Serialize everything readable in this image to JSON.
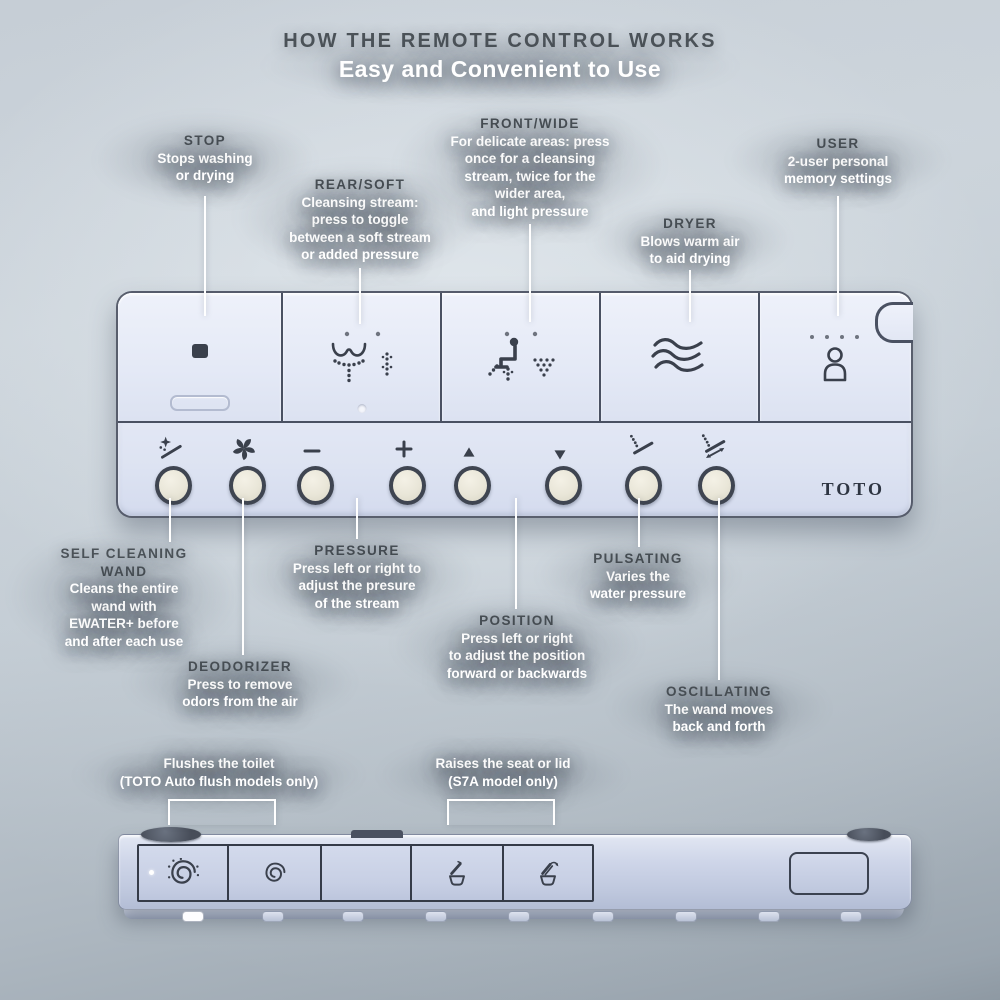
{
  "title": "HOW THE REMOTE CONTROL WORKS",
  "subtitle": "Easy and Convenient to Use",
  "brand": "TOTO",
  "colors": {
    "background_mid": "#c3ccd4",
    "heading_text": "#4b5258",
    "body_text": "#ffffff",
    "remote_body": "#e6ebf7",
    "remote_outline": "#4a5162",
    "small_button_fill": "#e9e6d8",
    "bottom_remote_body": "#c7cfe4",
    "icon_ink": "#3a404c"
  },
  "callouts": [
    {
      "id": "stop",
      "heading": "STOP",
      "body": "Stops washing\nor drying"
    },
    {
      "id": "rear-soft",
      "heading": "REAR/SOFT",
      "body": "Cleansing stream:\npress to toggle\nbetween a soft stream\nor added pressure"
    },
    {
      "id": "front-wide",
      "heading": "FRONT/WIDE",
      "body": "For delicate areas: press\nonce for a cleansing\nstream,  twice for the\nwider area,\nand light pressure"
    },
    {
      "id": "dryer",
      "heading": "DRYER",
      "body": "Blows warm air\nto aid drying"
    },
    {
      "id": "user",
      "heading": "USER",
      "body": "2-user personal\nmemory settings"
    },
    {
      "id": "self-cleaning-wand",
      "heading": "SELF CLEANING\nWAND",
      "body": "Cleans the entire\nwand with\nEWATER+ before\nand after each use"
    },
    {
      "id": "pressure",
      "heading": "PRESSURE",
      "body": "Press left or right to\nadjust the presure\nof the stream"
    },
    {
      "id": "deodorizer",
      "heading": "DEODORIZER",
      "body": "Press to remove\nodors from the air"
    },
    {
      "id": "pulsating",
      "heading": "PULSATING",
      "body": "Varies the\nwater pressure"
    },
    {
      "id": "position",
      "heading": "POSITION",
      "body": "Press left or right\nto adjust the position\nforward or backwards"
    },
    {
      "id": "oscillating",
      "heading": "OSCILLATING",
      "body": "The wand moves\nback and forth"
    }
  ],
  "bottom_notes": [
    {
      "id": "flush",
      "text": "Flushes the toilet\n(TOTO Auto flush models only)"
    },
    {
      "id": "seat",
      "text": "Raises the seat or lid\n(S7A model only)"
    }
  ],
  "remote_top": {
    "large_buttons": [
      {
        "name": "stop",
        "icon": "stop-square-icon"
      },
      {
        "name": "rear-soft",
        "icon": "rear-spray-icon"
      },
      {
        "name": "front-wide",
        "icon": "front-spray-icon"
      },
      {
        "name": "dryer",
        "icon": "dryer-waves-icon"
      },
      {
        "name": "user",
        "icon": "user-person-icon"
      }
    ],
    "small_buttons": [
      {
        "name": "self-cleaning-wand",
        "icon": "wand-sparkle-icon"
      },
      {
        "name": "deodorizer",
        "icon": "fan-icon"
      },
      {
        "name": "pressure-minus",
        "icon": "minus-icon"
      },
      {
        "name": "pressure-plus",
        "icon": "plus-icon"
      },
      {
        "name": "position-up",
        "icon": "triangle-up-icon"
      },
      {
        "name": "position-down",
        "icon": "triangle-down-icon"
      },
      {
        "name": "pulsating",
        "icon": "pulsating-wand-icon"
      },
      {
        "name": "oscillating",
        "icon": "oscillating-wand-icon"
      }
    ],
    "logo_label": "TOTO"
  },
  "remote_bottom": {
    "buttons": [
      {
        "name": "flush-full",
        "icon": "flush-swirl-dots-icon"
      },
      {
        "name": "flush-eco",
        "icon": "flush-swirl-icon"
      },
      {
        "name": "blank",
        "icon": "none"
      },
      {
        "name": "lid-raise",
        "icon": "lid-open-icon"
      },
      {
        "name": "seat-raise",
        "icon": "seat-open-arrow-icon"
      }
    ]
  }
}
